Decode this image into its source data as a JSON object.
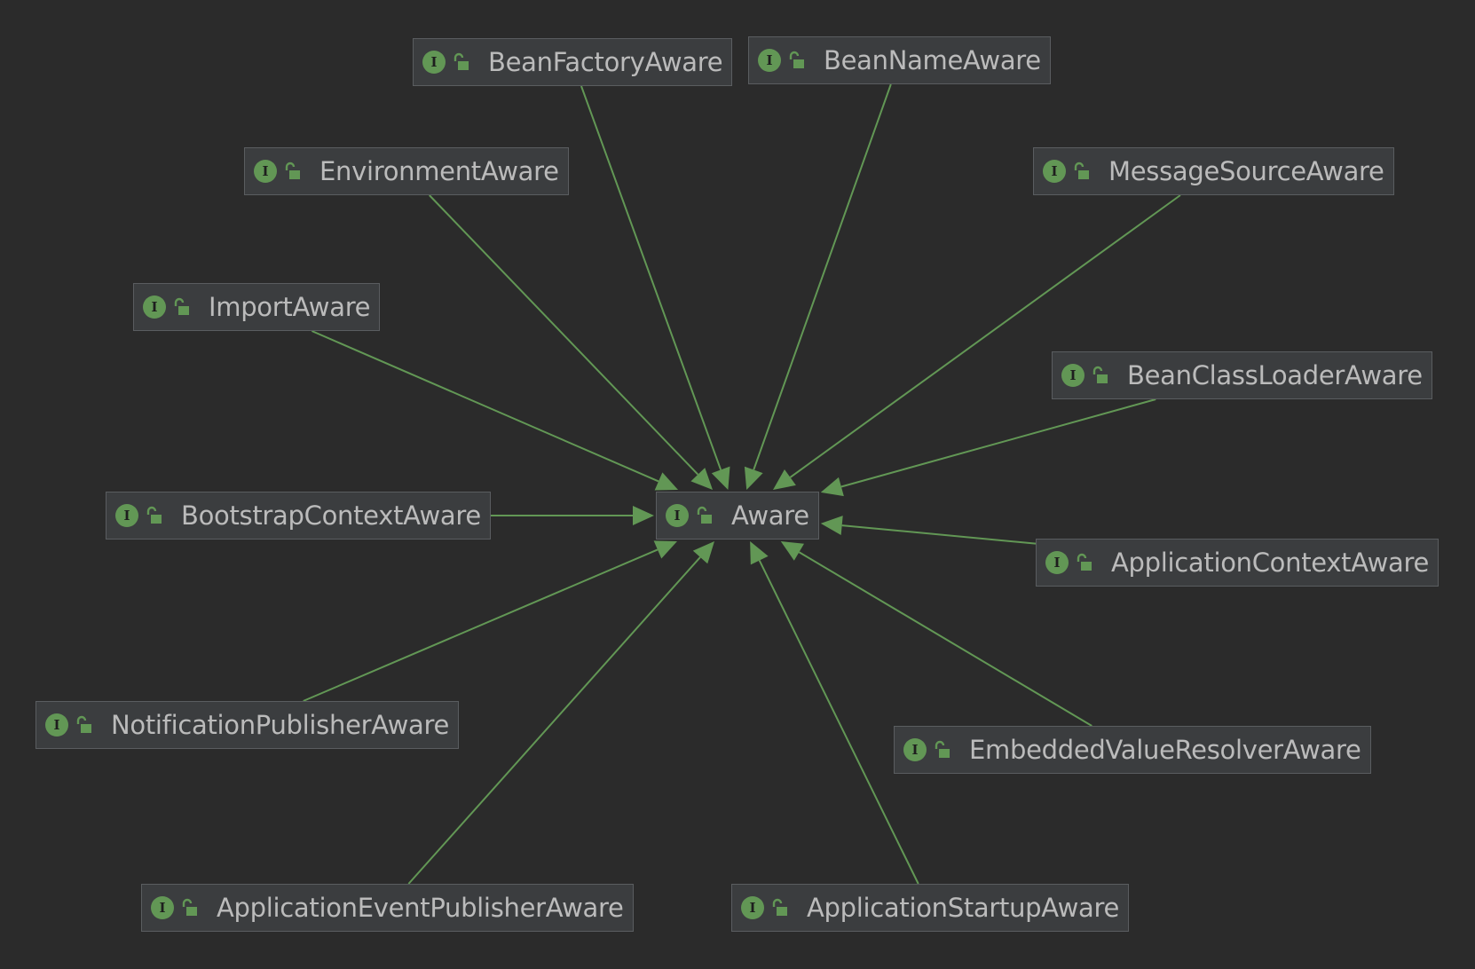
{
  "colors": {
    "background": "#2b2b2b",
    "node_fill": "#3b3d3f",
    "node_border": "#5a5d60",
    "edge": "#629755",
    "icon": "#629755",
    "text": "#bbbbbb"
  },
  "diagram": {
    "target": {
      "id": "aware",
      "label": "Aware",
      "icon": "interface-icon",
      "visibility_icon": "public-lock-icon"
    },
    "nodes": [
      {
        "id": "bean-factory-aware",
        "label": "BeanFactoryAware",
        "icon": "interface-icon",
        "visibility_icon": "public-lock-icon"
      },
      {
        "id": "bean-name-aware",
        "label": "BeanNameAware",
        "icon": "interface-icon",
        "visibility_icon": "public-lock-icon"
      },
      {
        "id": "environment-aware",
        "label": "EnvironmentAware",
        "icon": "interface-icon",
        "visibility_icon": "public-lock-icon"
      },
      {
        "id": "message-source-aware",
        "label": "MessageSourceAware",
        "icon": "interface-icon",
        "visibility_icon": "public-lock-icon"
      },
      {
        "id": "import-aware",
        "label": "ImportAware",
        "icon": "interface-icon",
        "visibility_icon": "public-lock-icon"
      },
      {
        "id": "bean-class-loader-aware",
        "label": "BeanClassLoaderAware",
        "icon": "interface-icon",
        "visibility_icon": "public-lock-icon"
      },
      {
        "id": "bootstrap-context-aware",
        "label": "BootstrapContextAware",
        "icon": "interface-icon",
        "visibility_icon": "public-lock-icon"
      },
      {
        "id": "application-context-aware",
        "label": "ApplicationContextAware",
        "icon": "interface-icon",
        "visibility_icon": "public-lock-icon"
      },
      {
        "id": "notification-publisher-aware",
        "label": "NotificationPublisherAware",
        "icon": "interface-icon",
        "visibility_icon": "public-lock-icon"
      },
      {
        "id": "embedded-value-resolver-aware",
        "label": "EmbeddedValueResolverAware",
        "icon": "interface-icon",
        "visibility_icon": "public-lock-icon"
      },
      {
        "id": "application-event-publisher-aware",
        "label": "ApplicationEventPublisherAware",
        "icon": "interface-icon",
        "visibility_icon": "public-lock-icon"
      },
      {
        "id": "application-startup-aware",
        "label": "ApplicationStartupAware",
        "icon": "interface-icon",
        "visibility_icon": "public-lock-icon"
      }
    ],
    "edges": [
      {
        "from": "bean-factory-aware",
        "to": "aware",
        "type": "extends"
      },
      {
        "from": "bean-name-aware",
        "to": "aware",
        "type": "extends"
      },
      {
        "from": "environment-aware",
        "to": "aware",
        "type": "extends"
      },
      {
        "from": "message-source-aware",
        "to": "aware",
        "type": "extends"
      },
      {
        "from": "import-aware",
        "to": "aware",
        "type": "extends"
      },
      {
        "from": "bean-class-loader-aware",
        "to": "aware",
        "type": "extends"
      },
      {
        "from": "bootstrap-context-aware",
        "to": "aware",
        "type": "extends"
      },
      {
        "from": "application-context-aware",
        "to": "aware",
        "type": "extends"
      },
      {
        "from": "notification-publisher-aware",
        "to": "aware",
        "type": "extends"
      },
      {
        "from": "embedded-value-resolver-aware",
        "to": "aware",
        "type": "extends"
      },
      {
        "from": "application-event-publisher-aware",
        "to": "aware",
        "type": "extends"
      },
      {
        "from": "application-startup-aware",
        "to": "aware",
        "type": "extends"
      }
    ]
  }
}
